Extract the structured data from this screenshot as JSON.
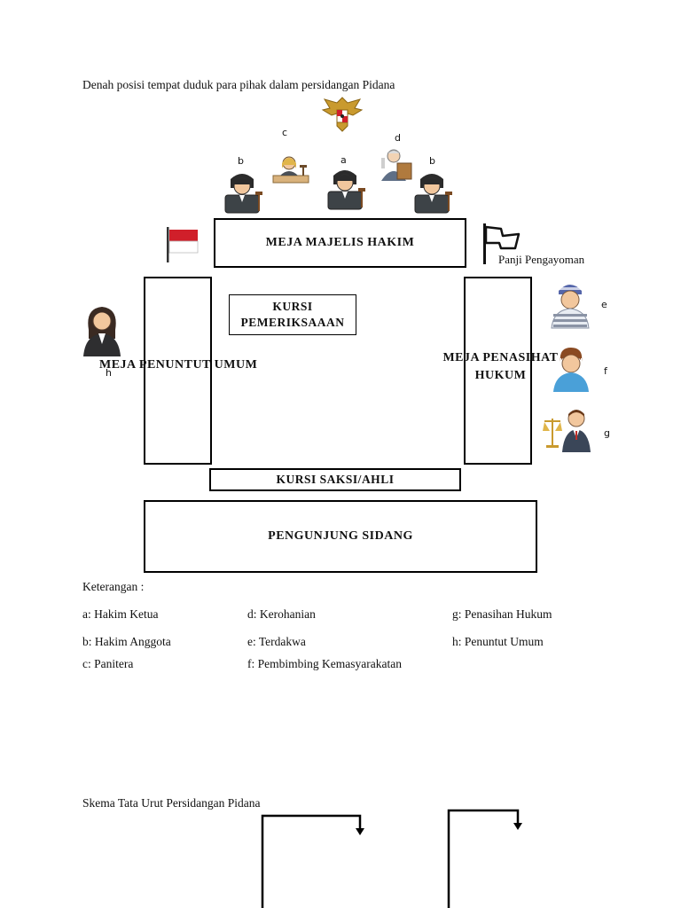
{
  "page": {
    "title": "Denah posisi tempat duduk para pihak dalam persidangan Pidana",
    "section2_title": "Skema Tata Urut Persidangan Pidana"
  },
  "figure_labels": {
    "a": "a",
    "b_left": "b",
    "b_right": "b",
    "c": "c",
    "d": "d",
    "e": "e",
    "f": "f",
    "g": "g",
    "h": "h"
  },
  "flag_caption": "Panji Pengayoman",
  "boxes": {
    "judges_table": "MEJA MAJELIS HAKIM",
    "exam_chair_1": "KURSI",
    "exam_chair_2": "PEMERIKSAAAN",
    "prosecutor_table": "MEJA PENUNTUT UMUM",
    "defense_table_1": "MEJA PENASIHAT",
    "defense_table_2": "HUKUM",
    "witness_chair": "KURSI SAKSI/AHLI",
    "visitors": "PENGUNJUNG SIDANG"
  },
  "legend": {
    "heading": "Keterangan :",
    "col1": [
      "a: Hakim Ketua",
      "b: Hakim Anggota",
      "c: Panitera"
    ],
    "col2": [
      "d: Kerohanian",
      "e: Terdakwa",
      "f: Pembimbing Kemasyarakatan"
    ],
    "col3": [
      "g: Penasihan Hukum",
      "h: Penuntut Umum"
    ]
  },
  "colors": {
    "flag_red": "#d01f2a",
    "judge_robe": "#3d4347",
    "skin": "#f2c79d",
    "hair_dark": "#2b2b2b",
    "garuda_gold": "#c99a2e"
  },
  "icons": {
    "garuda": "garuda-emblem-icon",
    "judge": "judge-icon",
    "clerk": "clerk-icon",
    "clergy": "clergy-icon",
    "defendant": "defendant-icon",
    "counselor": "counselor-icon",
    "lawyer": "lawyer-icon",
    "prosecutor": "prosecutor-icon",
    "flag_indonesia": "indonesia-flag-icon",
    "flag_pengayoman": "pengayoman-flag-icon"
  }
}
